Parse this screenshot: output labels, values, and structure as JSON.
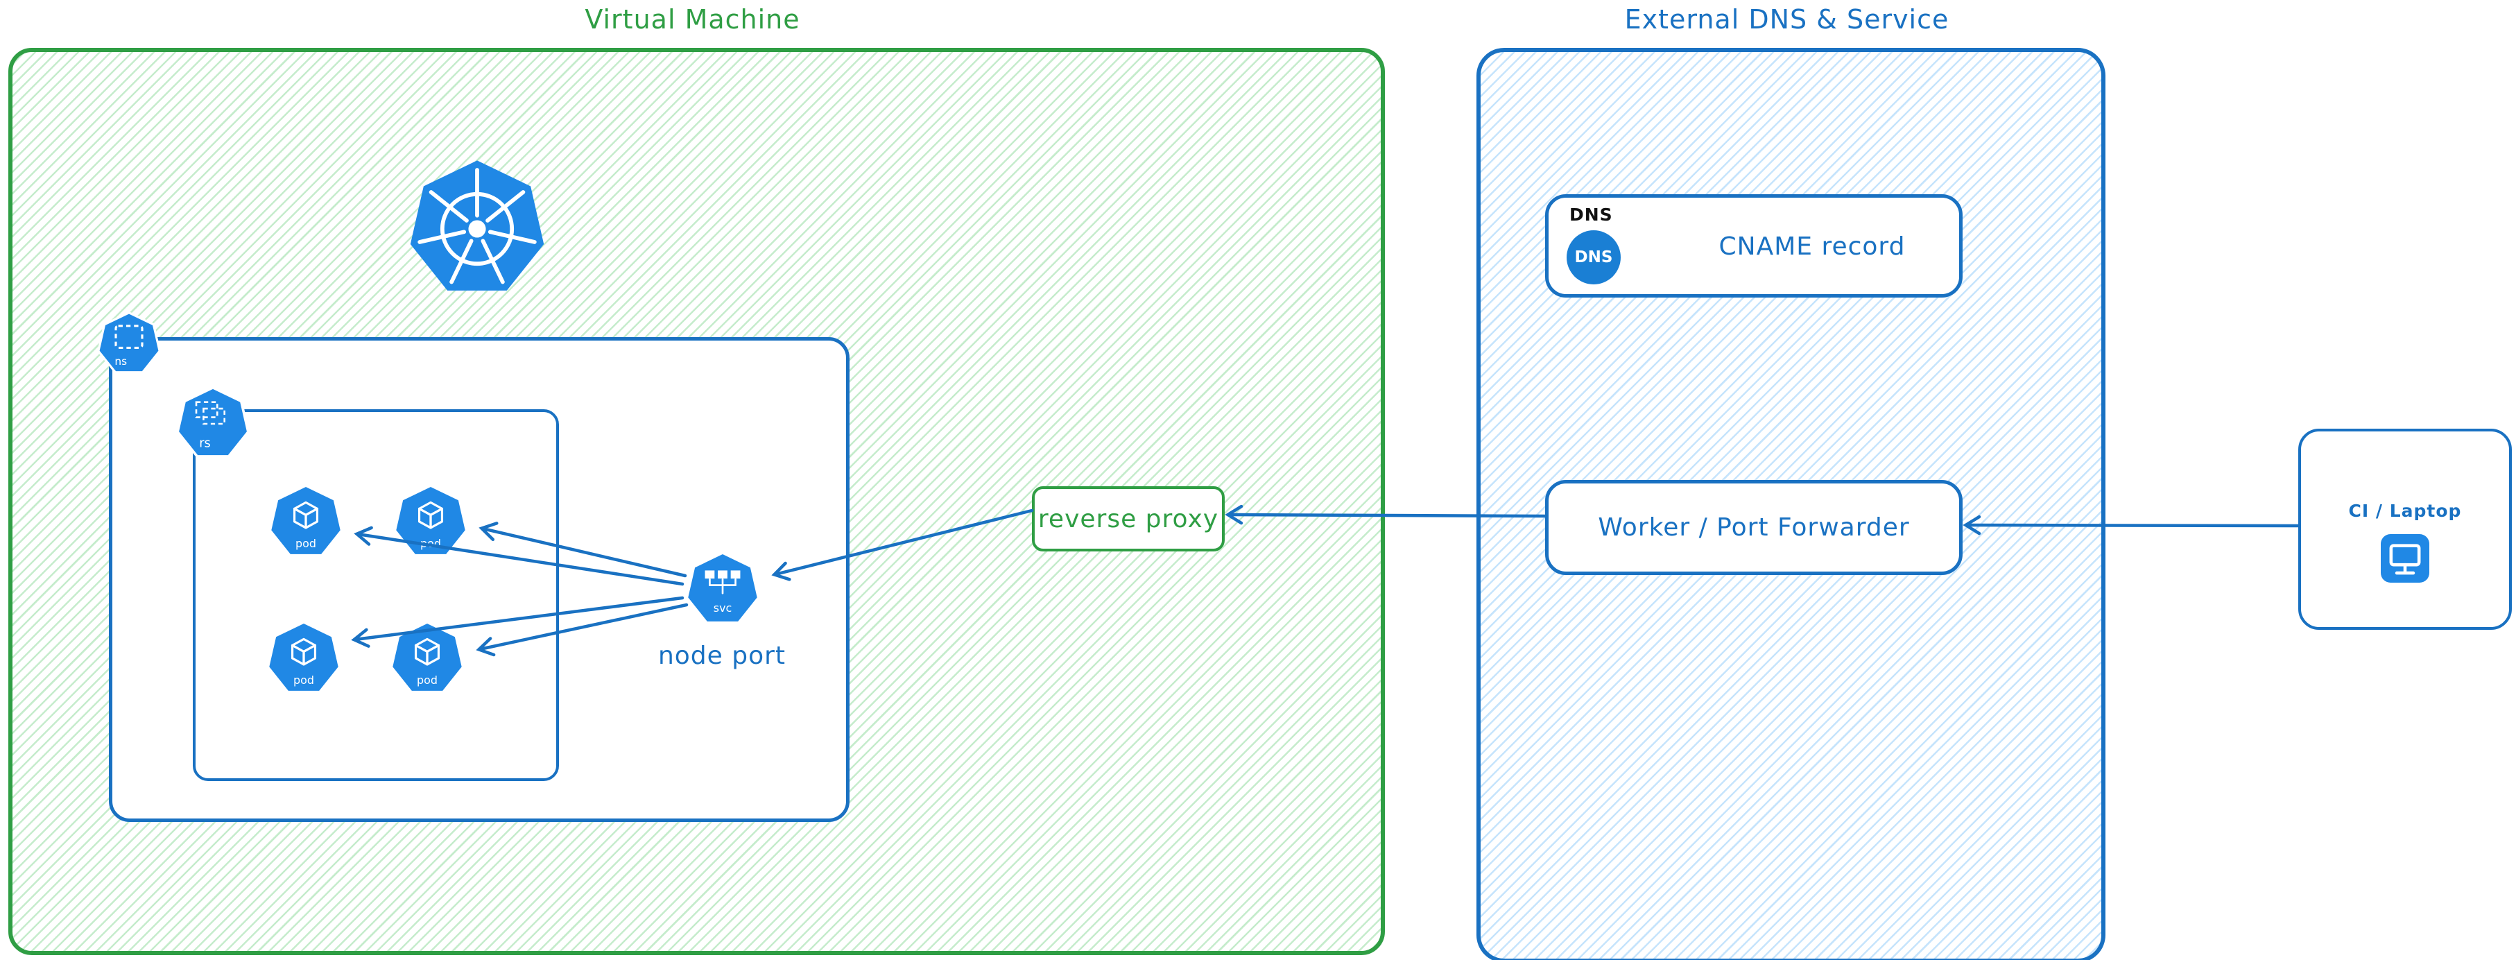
{
  "vm": {
    "title": "Virtual Machine",
    "node_port_label": "node port",
    "icons": {
      "ns": "ns",
      "rs": "rs",
      "pod": "pod",
      "svc": "svc"
    }
  },
  "reverse_proxy": {
    "label": "reverse proxy"
  },
  "external": {
    "title": "External DNS & Service",
    "dns": {
      "tag": "DNS",
      "icon_text": "DNS",
      "label": "CNAME record"
    },
    "worker": {
      "label": "Worker / Port Forwarder"
    }
  },
  "ci": {
    "label": "CI / Laptop"
  },
  "colors": {
    "green": "#2f9e44",
    "blue": "#1971c2",
    "k8s_blue": "#2088e5"
  }
}
